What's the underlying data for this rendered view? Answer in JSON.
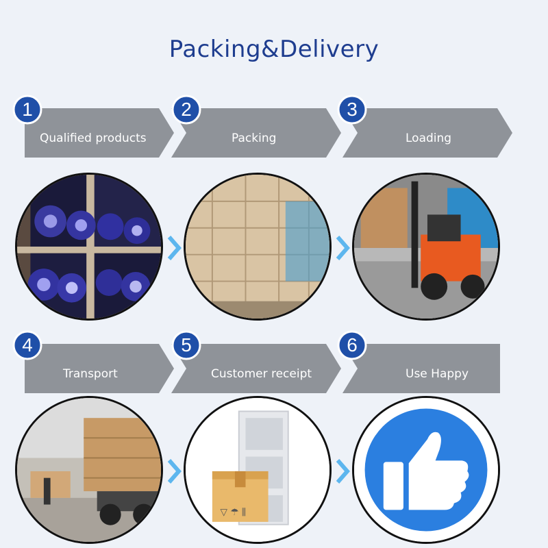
{
  "title": "Packing&Delivery",
  "steps": [
    {
      "number": "1",
      "label": "Qualified products"
    },
    {
      "number": "2",
      "label": "Packing"
    },
    {
      "number": "3",
      "label": "Loading"
    },
    {
      "number": "4",
      "label": "Transport"
    },
    {
      "number": "5",
      "label": "Customer receipt"
    },
    {
      "number": "6",
      "label": "Use Happy"
    }
  ],
  "photos": [
    {
      "icon": "bottles-photo-icon"
    },
    {
      "icon": "stacked-cartons-photo-icon"
    },
    {
      "icon": "forklift-loading-photo-icon"
    },
    {
      "icon": "truck-transport-photo-icon"
    },
    {
      "icon": "box-at-door-icon"
    },
    {
      "icon": "thumbs-up-icon"
    }
  ],
  "colors": {
    "title": "#1e3d8f",
    "banner": "#8f9399",
    "badge": "#1f4fa8",
    "chevron": "#5db6ee",
    "background": "#eef2f8"
  }
}
